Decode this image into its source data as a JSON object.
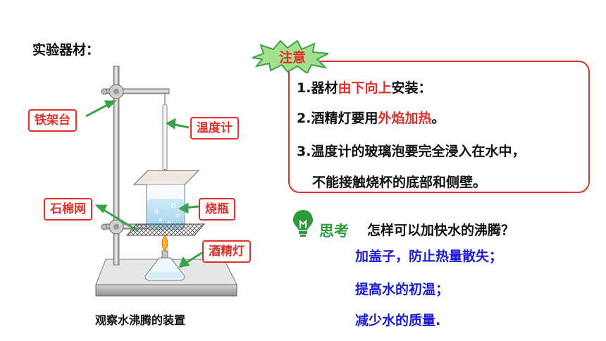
{
  "section_title": "实验器材：",
  "labels": {
    "stand": "铁架台",
    "thermometer": "温度计",
    "gauze": "石棉网",
    "flask": "烧瓶",
    "lamp": "酒精灯"
  },
  "caption": "观察水沸腾的装置",
  "notice": {
    "title": "注意",
    "line1": {
      "a": "1.器材",
      "b": "由下向上",
      "c": "安装："
    },
    "line2": {
      "a": "2.酒精灯要用",
      "b": "外焰加热",
      "c": "。"
    },
    "line3": "3.温度计的玻璃泡要完全浸入在水中，",
    "line4": "不能接触烧杯的底部和侧壁。"
  },
  "think": {
    "label": "思考",
    "question": "怎样可以加快水的沸腾？",
    "answers": [
      "加盖子，防止热量散失；",
      "提高水的初温；",
      "减少水的质量."
    ]
  },
  "colors": {
    "accent_red": "#e0302a",
    "answer_blue": "#1a1ad6",
    "think_green": "#2e9a3c"
  },
  "icons": {
    "think": "lightbulb-icon",
    "notice": "starburst-icon"
  }
}
